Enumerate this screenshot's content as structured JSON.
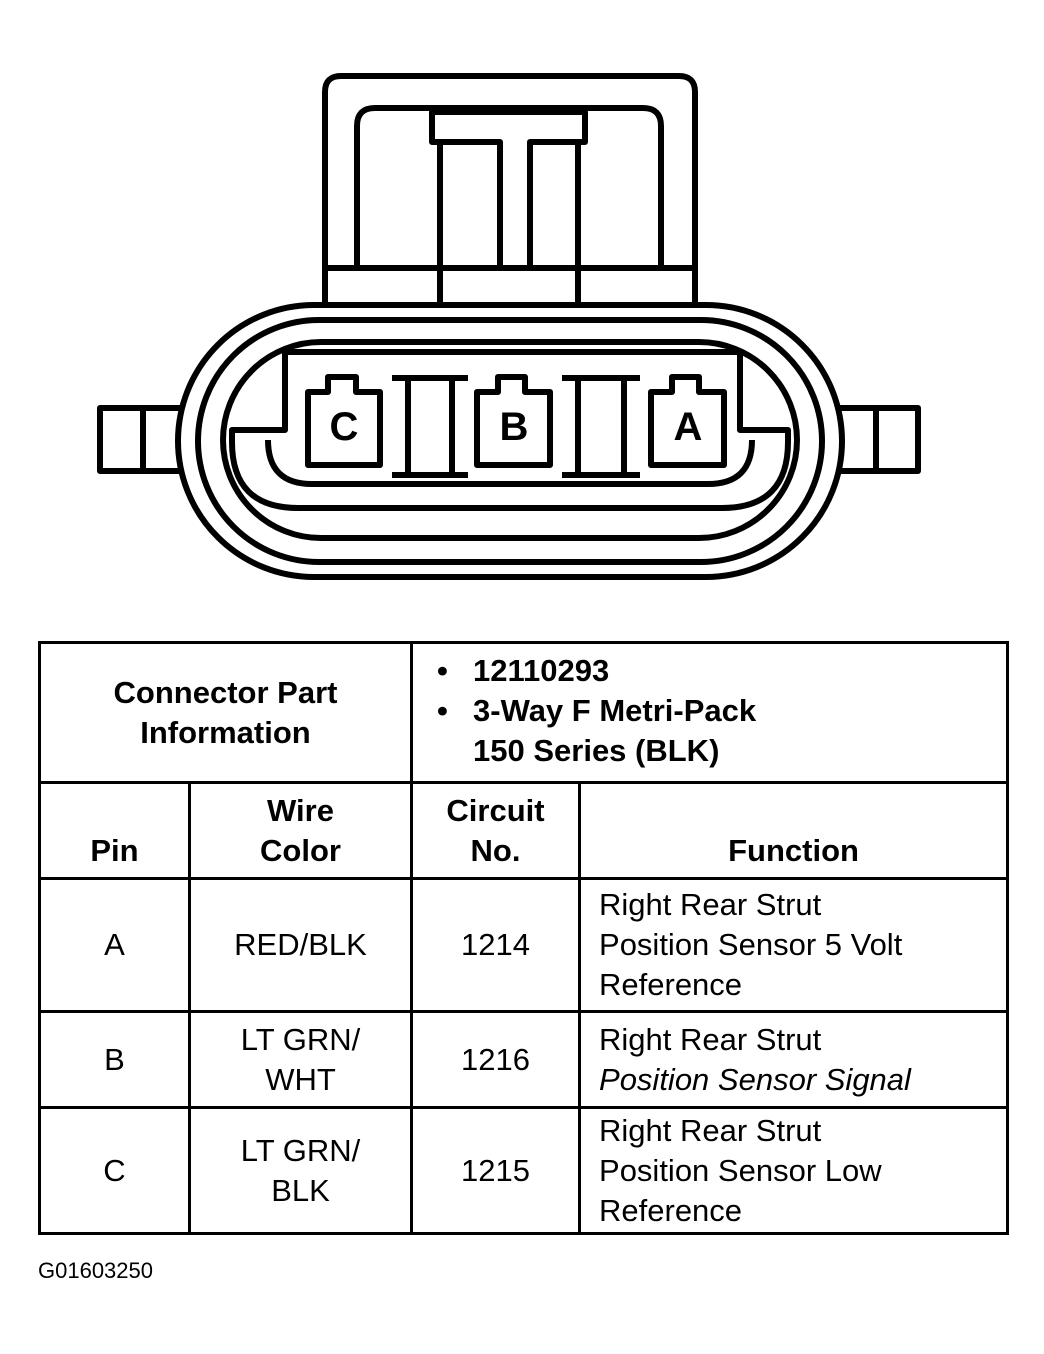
{
  "connector": {
    "pins_left_to_right": [
      "C",
      "B",
      "A"
    ]
  },
  "table": {
    "part_info_label": [
      "Connector Part",
      "Information"
    ],
    "part_info_items": [
      [
        "12110293"
      ],
      [
        "3-Way F Metri-Pack",
        "150 Series (BLK)"
      ]
    ],
    "columns": {
      "pin": "Pin",
      "wire_color": [
        "Wire",
        "Color"
      ],
      "circuit": [
        "Circuit",
        "No."
      ],
      "function": "Function"
    },
    "rows": [
      {
        "pin": "A",
        "wire_color": [
          "RED/BLK"
        ],
        "circuit": "1214",
        "function": [
          "Right Rear Strut",
          "Position Sensor 5 Volt",
          "Reference"
        ]
      },
      {
        "pin": "B",
        "wire_color": [
          "LT GRN/",
          "WHT"
        ],
        "circuit": "1216",
        "function": [
          "Right Rear Strut",
          "Position Sensor Signal"
        ]
      },
      {
        "pin": "C",
        "wire_color": [
          "LT GRN/",
          "BLK"
        ],
        "circuit": "1215",
        "function": [
          "Right Rear Strut",
          "Position Sensor Low",
          "Reference"
        ]
      }
    ]
  },
  "figure_id": "G01603250"
}
